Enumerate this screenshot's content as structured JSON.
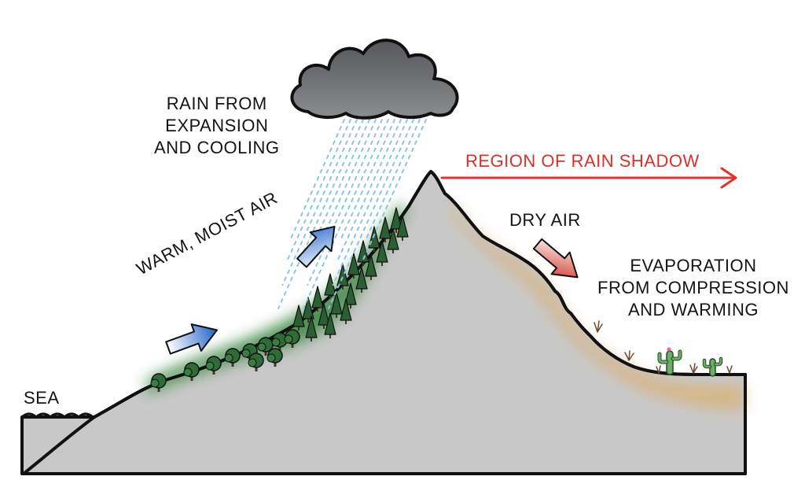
{
  "labels": {
    "rain_from": {
      "lines": [
        "RAIN FROM",
        "EXPANSION",
        "AND COOLING"
      ]
    },
    "warm_moist_air": "WARM, MOIST AIR",
    "rain_shadow": "REGION OF RAIN SHADOW",
    "dry_air": "DRY AIR",
    "evaporation": {
      "lines": [
        "EVAPORATION",
        "FROM COMPRESSION",
        "AND WARMING"
      ]
    },
    "sea": "SEA"
  },
  "colors": {
    "mountain": "#c8c8c8",
    "outline": "#111111",
    "sea": "#bfe0f2",
    "forest": "#2f6b37",
    "forest_glow": "#4f9a55",
    "desert_glow": "#d9b27a",
    "cloud": "#6f6f72",
    "rain": "#8fc3e6",
    "warm_arrow": "#2a6fd0",
    "dry_arrow": "#d03a2c",
    "shadow_arrow": "#e0332b",
    "cactus": "#6cae63"
  },
  "icons": [
    "cloud-icon",
    "tree-icon",
    "cactus-icon",
    "arrow-icon"
  ]
}
